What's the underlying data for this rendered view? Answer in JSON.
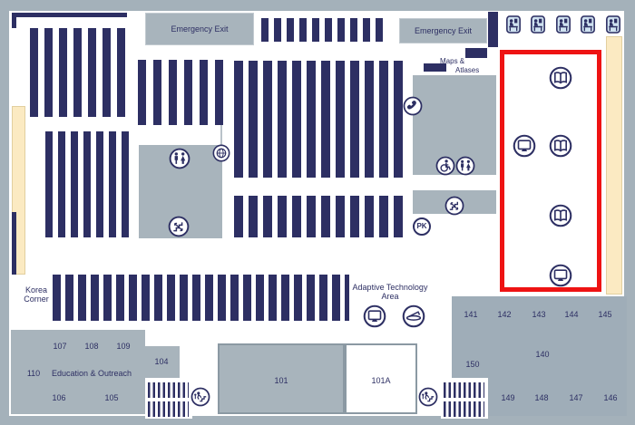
{
  "labels": {
    "emergency_exit": "Emergency Exit",
    "maps_line1": "Maps &",
    "maps_line2": "Atlases",
    "korea_line1": "Korea",
    "korea_line2": "Corner",
    "adaptive_line1": "Adaptive Technology",
    "adaptive_line2": "Area",
    "pk": "PK"
  },
  "rooms": {
    "education": "Education & Outreach",
    "r101": "101",
    "r101a": "101A",
    "r104": "104",
    "r105": "105",
    "r106": "106",
    "r107": "107",
    "r108": "108",
    "r109": "109",
    "r110": "110",
    "r140": "140",
    "r141": "141",
    "r142": "142",
    "r143": "143",
    "r144": "144",
    "r145": "145",
    "r146": "146",
    "r147": "147",
    "r148": "148",
    "r149": "149",
    "r150": "150"
  },
  "icons": {
    "book": "open-book / reading area",
    "monitor": "computer workstation",
    "phone": "telephone",
    "globe": "globe / international",
    "restroom": "restrooms",
    "wheelchair": "accessible restroom",
    "stairs": "escalator-stairs",
    "scanner": "flatbed scanner",
    "exit_stairs": "stairway exit",
    "study_carrel": "microfilm reader carrel",
    "pk_circle": "PK marker"
  },
  "colors": {
    "navy": "#2d2f63",
    "room_gray": "#a8b4bc",
    "border_gray": "#a4b1ba",
    "cream": "#fbeac2",
    "highlight_red": "#ee1313",
    "carrel_blue": "#cfe2f0"
  }
}
